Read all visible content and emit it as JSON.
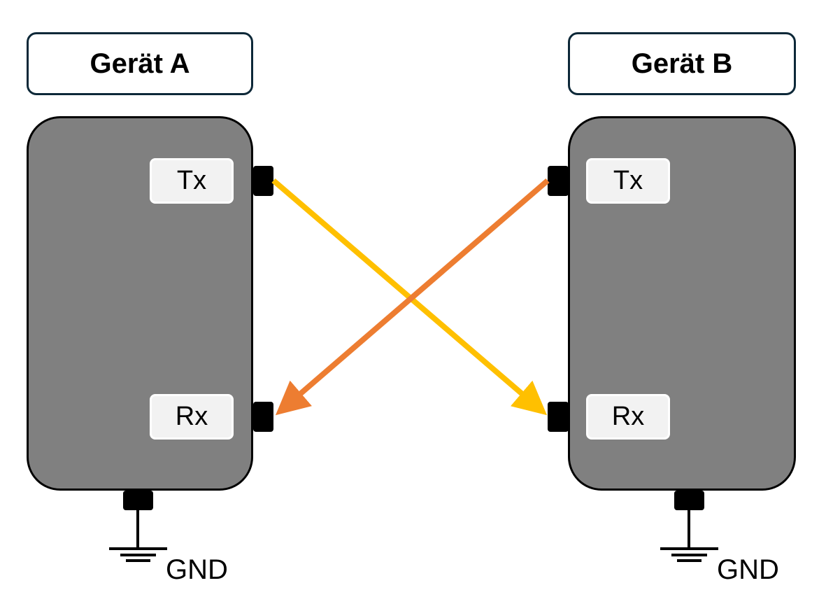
{
  "devices": [
    {
      "title": "Gerät A",
      "tx_label": "Tx",
      "rx_label": "Rx",
      "ground_label": "GND"
    },
    {
      "title": "Gerät B",
      "tx_label": "Tx",
      "rx_label": "Rx",
      "ground_label": "GND"
    }
  ],
  "connections": [
    {
      "from": "Gerät A Tx",
      "to": "Gerät B Rx",
      "color": "#ffc000"
    },
    {
      "from": "Gerät B Tx",
      "to": "Gerät A Rx",
      "color": "#ed7d31"
    }
  ],
  "colors": {
    "device_body": "#808080",
    "title_border": "#0d2838",
    "label_bg": "#f2f2f2"
  }
}
